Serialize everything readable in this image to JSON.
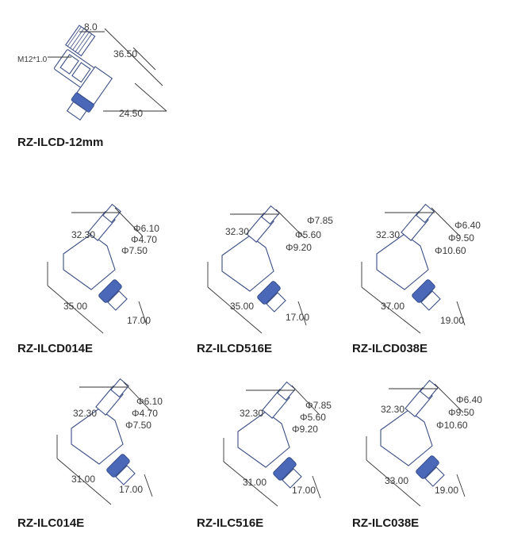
{
  "colors": {
    "outline": "#3b4f86",
    "band": "#4a67b8",
    "text": "#3a3a3a"
  },
  "top": {
    "title": "RZ-ILCD-12mm",
    "thread_label": "M12*1.0",
    "dims": {
      "a": "8.0",
      "b": "36.50",
      "c": "24.50"
    }
  },
  "fittings": [
    {
      "title": "RZ-ILCD014E",
      "d1": "Φ6.10",
      "d2": "Φ4.70",
      "d3": "Φ7.50",
      "l1": "32.30",
      "l2": "35.00",
      "l3": "17.00"
    },
    {
      "title": "RZ-ILCD516E",
      "d1": "Φ7.85",
      "d2": "Φ5.60",
      "d3": "Φ9.20",
      "l1": "32.30",
      "l2": "35.00",
      "l3": "17.00"
    },
    {
      "title": "RZ-ILCD038E",
      "d1": "Φ6.40",
      "d2": "Φ9.50",
      "d3": "Φ10.60",
      "l1": "32.30",
      "l2": "37.00",
      "l3": "19.00"
    },
    {
      "title": "RZ-ILC014E",
      "d1": "Φ6.10",
      "d2": "Φ4.70",
      "d3": "Φ7.50",
      "l1": "32.30",
      "l2": "31.00",
      "l3": "17.00"
    },
    {
      "title": "RZ-ILC516E",
      "d1": "Φ7.85",
      "d2": "Φ5.60",
      "d3": "Φ9.20",
      "l1": "32.30",
      "l2": "31.00",
      "l3": "17.00"
    },
    {
      "title": "RZ-ILC038E",
      "d1": "Φ6.40",
      "d2": "Φ9.50",
      "d3": "Φ10.60",
      "l1": "32.30",
      "l2": "33.00",
      "l3": "19.00"
    }
  ]
}
